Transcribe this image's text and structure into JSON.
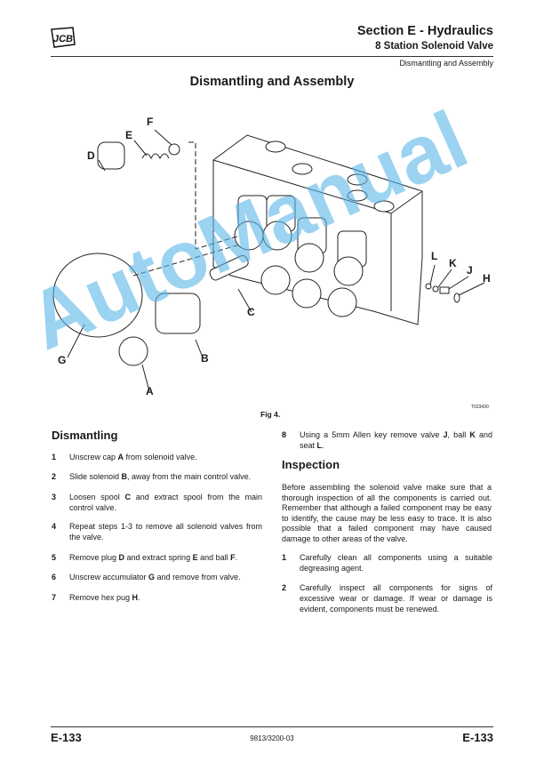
{
  "header": {
    "logo": "JCB",
    "section": "Section E - Hydraulics",
    "subsection": "8 Station Solenoid Valve",
    "breadcrumb": "Dismantling and Assembly"
  },
  "title": "Dismantling and Assembly",
  "figure": {
    "labels": {
      "A": "A",
      "B": "B",
      "C": "C",
      "D": "D",
      "E": "E",
      "F": "F",
      "G": "G",
      "H": "H",
      "J": "J",
      "K": "K",
      "L": "L"
    },
    "caption": "Fig 4.",
    "ref": "T023430"
  },
  "dismantling": {
    "heading": "Dismantling",
    "steps": [
      {
        "n": "1",
        "p": [
          "Unscrew cap ",
          "A",
          " from solenoid valve."
        ]
      },
      {
        "n": "2",
        "p": [
          "Slide solenoid ",
          "B",
          ", away from the main control valve."
        ]
      },
      {
        "n": "3",
        "p": [
          "Loosen spool ",
          "C",
          " and extract spool from the main control valve."
        ]
      },
      {
        "n": "4",
        "p": [
          "Repeat steps 1-3 to remove all solenoid valves from the valve."
        ]
      },
      {
        "n": "5",
        "p": [
          "Remove plug ",
          "D",
          " and extract spring ",
          "E",
          " and ball ",
          "F",
          "."
        ]
      },
      {
        "n": "6",
        "p": [
          "Unscrew accumulator ",
          "G",
          " and remove from valve."
        ]
      },
      {
        "n": "7",
        "p": [
          "Remove hex pug ",
          "H",
          "."
        ]
      },
      {
        "n": "8",
        "p": [
          "Using a 5mm Allen key remove valve ",
          "J",
          ", ball ",
          "K",
          " and seat ",
          "L",
          "."
        ]
      }
    ]
  },
  "inspection": {
    "heading": "Inspection",
    "intro": "Before assembling the solenoid valve make sure that a thorough inspection of all the components is carried out. Remember that although a failed component may be easy to identify, the cause may be less easy to trace. It is also possible that a failed component may have caused damage to other areas of the valve.",
    "steps": [
      {
        "n": "1",
        "text": "Carefully clean all components using a suitable degreasing agent."
      },
      {
        "n": "2",
        "text": "Carefully inspect all components for signs of excessive wear or damage. If wear or damage is evident, components must be renewed."
      }
    ]
  },
  "footer": {
    "page_left": "E-133",
    "doc_number": "9813/3200-03",
    "page_right": "E-133"
  },
  "watermark": "AutoManual"
}
